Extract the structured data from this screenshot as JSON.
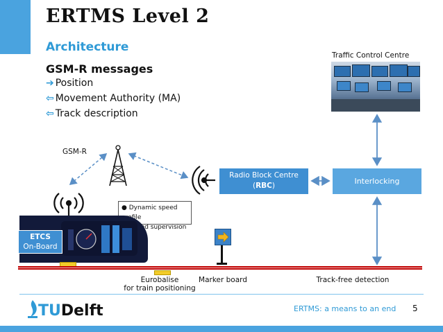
{
  "slide": {
    "title": "ERTMS Level 2",
    "subtitle": "Architecture",
    "heading": "GSM-R messages",
    "messages": [
      {
        "arrow": "➔",
        "text": "Position"
      },
      {
        "arrow": "⇦",
        "text": "Movement Authority (MA)"
      },
      {
        "arrow": "⇦",
        "text": "Track description"
      }
    ]
  },
  "diagram": {
    "tcc_label": "Traffic Control Centre",
    "gsm_label": "GSM-R",
    "rbc_line1": "Radio Block Centre",
    "rbc_line2_prefix": "(",
    "rbc_line2_bold": "RBC",
    "rbc_line2_suffix": ")",
    "interlocking_label": "Interlocking",
    "bubble_items": [
      "● Dynamic speed profile",
      "● Speed supervision"
    ],
    "etcs_line1": "ETCS",
    "etcs_line2": "On-Board",
    "eurobalise_line1": "Eurobalise",
    "eurobalise_line2": "for train positioning",
    "marker_label": "Marker board",
    "trackfree_label": "Track-free detection"
  },
  "footer": {
    "logo_tu": "TU",
    "logo_delft": "Delft",
    "caption": "ERTMS: a means to an end",
    "page": "5"
  },
  "colors": {
    "accent": "#4aa3df",
    "box_blue": "#3f8fd2",
    "arrow_blue": "#5a8fc6",
    "rail_red": "#c00000",
    "balise_yellow": "#f2cc2a"
  }
}
